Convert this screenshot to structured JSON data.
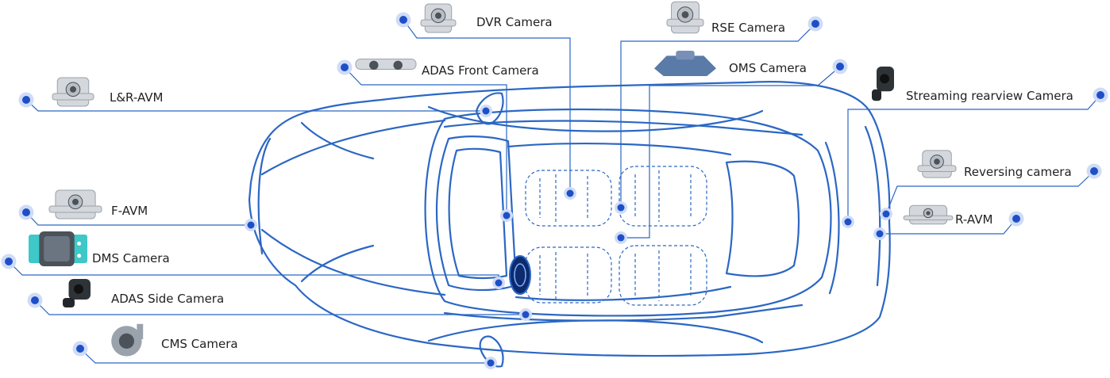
{
  "cameras": [
    {
      "id": "dvr",
      "label": "DVR Camera"
    },
    {
      "id": "rse",
      "label": "RSE Camera"
    },
    {
      "id": "adas-front",
      "label": "ADAS Front Camera"
    },
    {
      "id": "oms",
      "label": "OMS Camera"
    },
    {
      "id": "lr-avm",
      "label": "L&R-AVM"
    },
    {
      "id": "streaming",
      "label": "Streaming rearview Camera"
    },
    {
      "id": "reversing",
      "label": "Reversing camera"
    },
    {
      "id": "f-avm",
      "label": "F-AVM"
    },
    {
      "id": "r-avm",
      "label": "R-AVM"
    },
    {
      "id": "dms",
      "label": "DMS Camera"
    },
    {
      "id": "adas-side",
      "label": "ADAS Side Camera"
    },
    {
      "id": "cms",
      "label": "CMS Camera"
    }
  ],
  "colors": {
    "car_outline": "#2b67c4",
    "leader_line": "#2b67c4",
    "dot": "#1f4fc8",
    "dot_halo": "#cfdcf6",
    "label_text": "#222222",
    "dms_accent": "#3ec8c8"
  }
}
